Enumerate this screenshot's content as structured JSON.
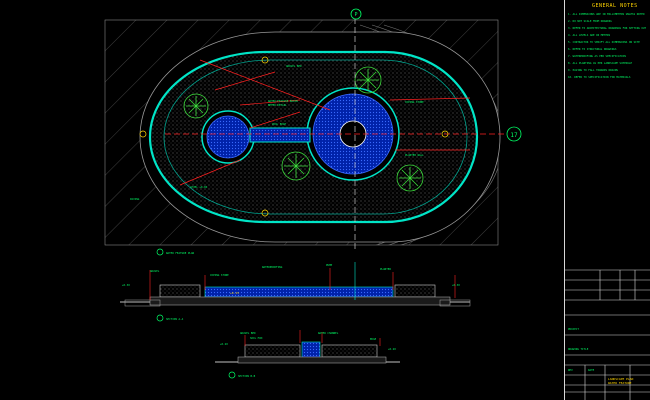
{
  "title_block": {
    "heading": "GENERAL NOTES",
    "notes": [
      "1. ALL DIMENSIONS ARE IN MILLIMETERS UNLESS NOTED",
      "2. DO NOT SCALE FROM DRAWING",
      "3. REFER TO ARCHITECTURAL DRAWINGS FOR SETTING OUT",
      "4. ALL LEVELS ARE IN METERS",
      "5. CONTRACTOR TO VERIFY ALL DIMENSIONS ON SITE",
      "6. REFER TO STRUCTURAL DRAWINGS",
      "7. WATERPROOFING AS PER SPECIFICATION",
      "8. ALL PLANTING AS PER LANDSCAPE SCHEDULE",
      "9. PAVING TO FALL TOWARDS DRAINS",
      "10. REFER TO SPECIFICATION FOR MATERIALS"
    ],
    "labels": {
      "project": "PROJECT",
      "drawing_title": "DRAWING TITLE",
      "revision": "REV",
      "date": "DATE"
    }
  },
  "grid_markers": {
    "top": "P",
    "right": "17"
  },
  "callouts": {
    "plan_main": "WATER FEATURE PLAN",
    "section_a": "SECTION A-A",
    "section_b": "SECTION B-B"
  }
}
